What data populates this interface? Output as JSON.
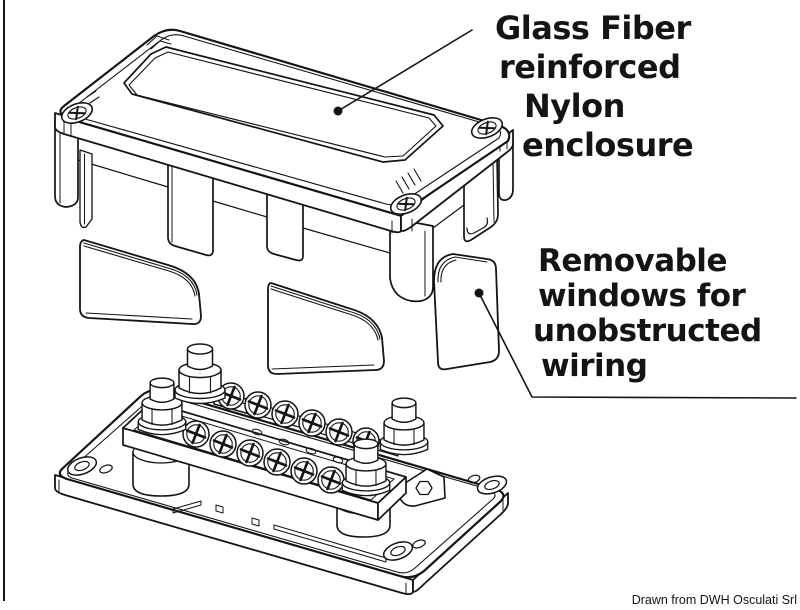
{
  "annotations": {
    "enclosure": {
      "lines": [
        "Glass Fiber",
        "reinforced",
        "Nylon",
        "enclosure"
      ]
    },
    "windows": {
      "lines": [
        "Removable",
        "windows for",
        "unobstructed",
        "wiring"
      ]
    }
  },
  "credit": "Drawn from DWH Osculati Srl",
  "colors": {
    "line": "#141414",
    "text": "#141414",
    "background": "#ffffff"
  }
}
